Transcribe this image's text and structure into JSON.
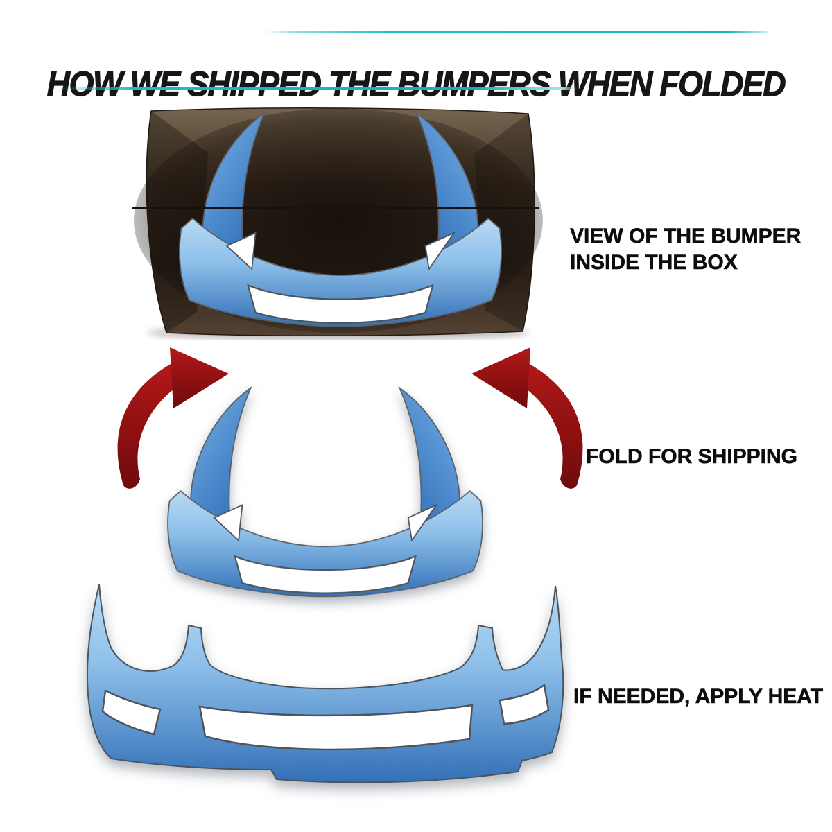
{
  "header": {
    "title": "HOW WE SHIPPED THE BUMPERS WHEN FOLDED"
  },
  "steps": [
    {
      "caption_line1": "VIEW OF THE BUMPER",
      "caption_line2": "INSIDE THE BOX"
    },
    {
      "caption_line1": "FOLD FOR SHIPPING"
    },
    {
      "caption_line1": "IF NEEDED, APPLY HEAT"
    }
  ],
  "illustrations": [
    {
      "name": "bumper-folded-inside-box",
      "description": "blue bumper folded with both ends turned up, packed in a brown cardboard box"
    },
    {
      "name": "bumper-fold-for-shipping",
      "description": "folded blue bumper with two dark red curved arrows showing the ends folding upward"
    },
    {
      "name": "bumper-unfolded",
      "description": "unfolded blue front bumper in normal shape"
    }
  ],
  "colors": {
    "accent_teal": "#1abfc5",
    "bumper_light_blue": "#a9cdef",
    "bumper_dark_blue": "#2e6cb7",
    "wing_blue": "#4886ca",
    "arrow_red_light": "#b41919",
    "arrow_red_dark": "#6f0b0c",
    "box_brown_light": "#75644f",
    "box_brown_dark": "#31261d",
    "text_black": "#0d0d0d"
  }
}
